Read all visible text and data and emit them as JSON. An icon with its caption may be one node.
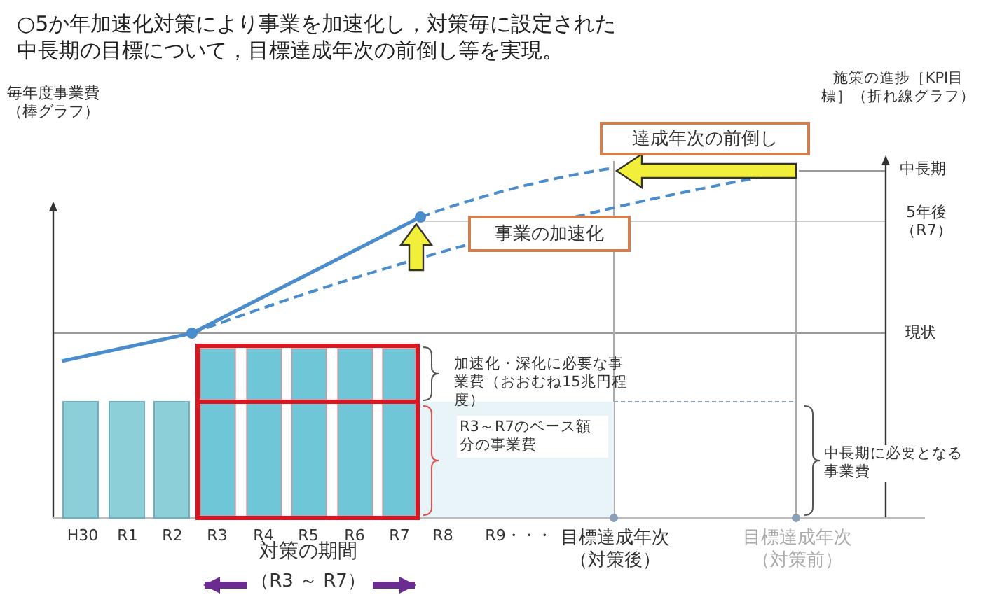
{
  "diagram": {
    "title": "○5か年加速化対策により事業を加速化し，対策毎に設定された中長期の目標について，目標達成年次の前倒し等を実現。",
    "nodes": [
      {
        "text": [
          "達成年次の前倒し"
        ]
      },
      {
        "text": [
          "事業の加速化"
        ]
      }
    ],
    "labels": [
      "毎年度事業費（棒グラフ）",
      "施策の進捗［KPI目標］（折れ線グラフ）",
      "中長期",
      "5年後（R7）",
      "現状",
      "加速化・深化に必要な事業費（おおむね15兆円程度）",
      "R3～R7のベース額分の事業費",
      "中長期に必要となる事業費",
      "H30",
      "R1",
      "R2",
      "R3",
      "R4",
      "R5",
      "R6",
      "R7",
      "R8",
      "R9・・・",
      "目標達成年次（対策後）",
      "目標達成年次（対策前）",
      "対策の期間",
      "（R3 ～ R7）"
    ]
  }
}
